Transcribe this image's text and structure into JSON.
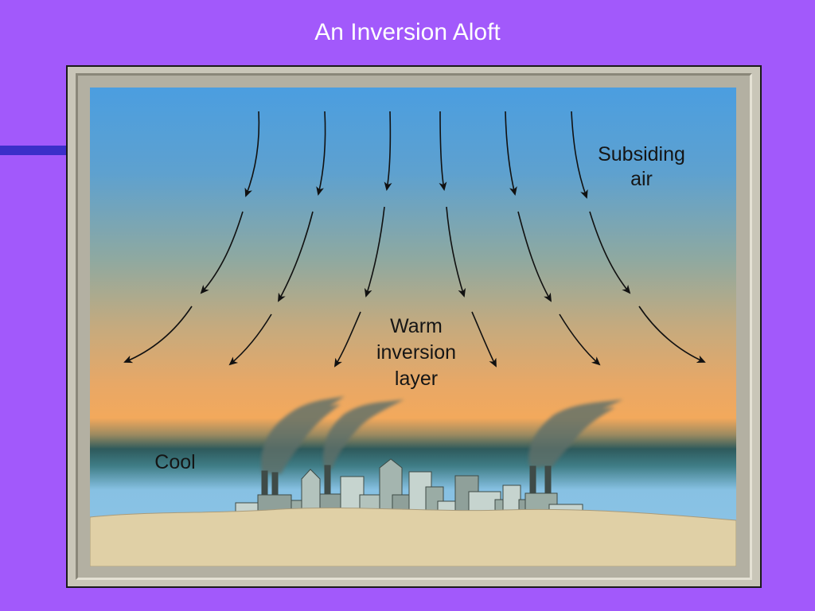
{
  "slide": {
    "title": "An Inversion Aloft"
  },
  "diagram": {
    "labels": {
      "subsiding_line1": "Subsiding",
      "subsiding_line2": "air",
      "warm_line1": "Warm",
      "warm_line2": "inversion",
      "warm_line3": "layer",
      "cool": "Cool"
    }
  },
  "colors": {
    "background": "#a259fb",
    "accent_bar": "#3b2fc9",
    "sky_top": "#4f9fdc",
    "inversion_warm": "#f2a65a",
    "inversion_dark": "#2e5a5c",
    "cool_air": "#8ec4e8",
    "ground": "#e0d0a6",
    "smoke": "#5f6f69"
  }
}
